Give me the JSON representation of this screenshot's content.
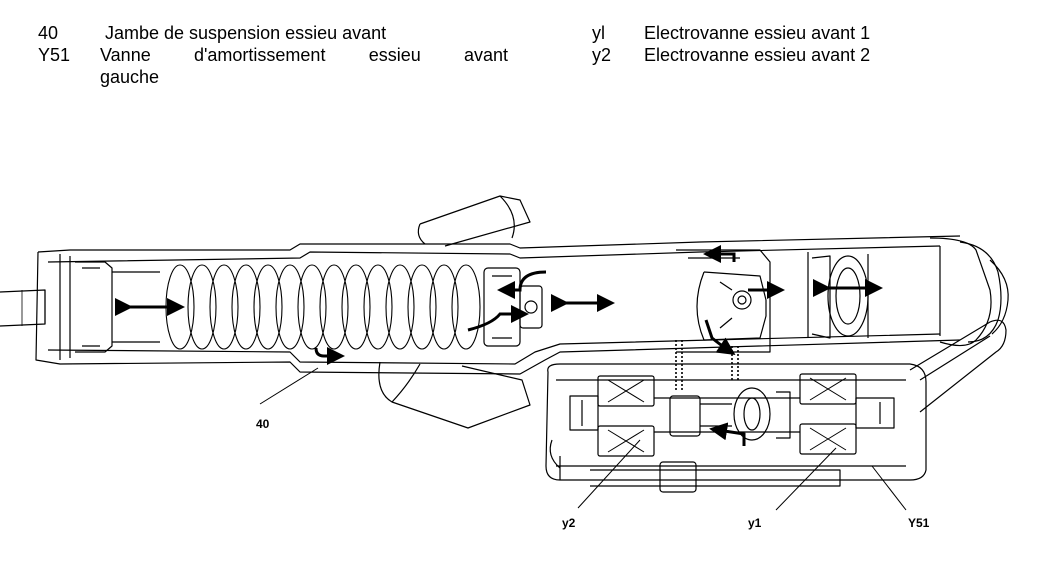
{
  "legend": {
    "left": [
      {
        "code": "40",
        "description": " Jambe de suspension essieu avant"
      },
      {
        "code": "Y51",
        "description_line1": "Vanne d'amortissement essieu avant",
        "description_line2": "gauche"
      }
    ],
    "right": [
      {
        "code": "yl",
        "description": "Electrovanne essieu avant 1"
      },
      {
        "code": "y2",
        "description": "Electrovanne essieu avant 2"
      }
    ]
  },
  "callouts": {
    "strut": "40",
    "valve2": "y2",
    "valve1": "y1",
    "damping_valve": "Y51"
  }
}
